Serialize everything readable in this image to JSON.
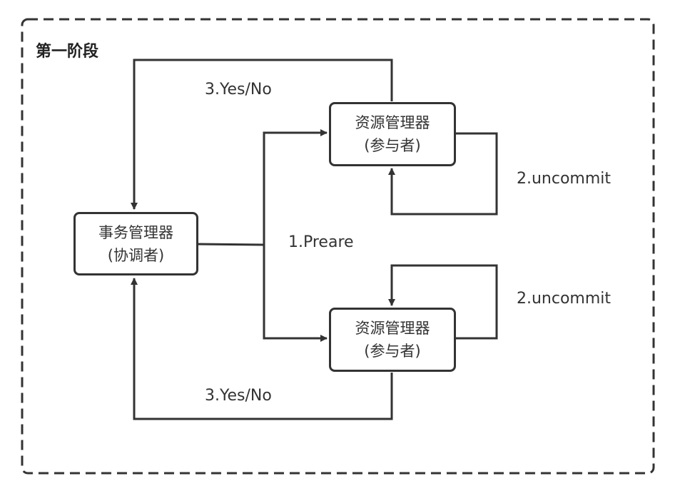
{
  "stage": {
    "title": "第一阶段"
  },
  "coordinator": {
    "line1": "事务管理器",
    "line2": "(协调者)"
  },
  "participant_top": {
    "line1": "资源管理器",
    "line2": "(参与者)"
  },
  "participant_bottom": {
    "line1": "资源管理器",
    "line2": "(参与者)"
  },
  "edges": {
    "prepare": "1.Preare",
    "uncommit_top": "2.uncommit",
    "uncommit_bottom": "2.uncommit",
    "vote_top": "3.Yes/No",
    "vote_bottom": "3.Yes/No"
  },
  "colors": {
    "stroke": "#333333",
    "text": "#333333"
  }
}
